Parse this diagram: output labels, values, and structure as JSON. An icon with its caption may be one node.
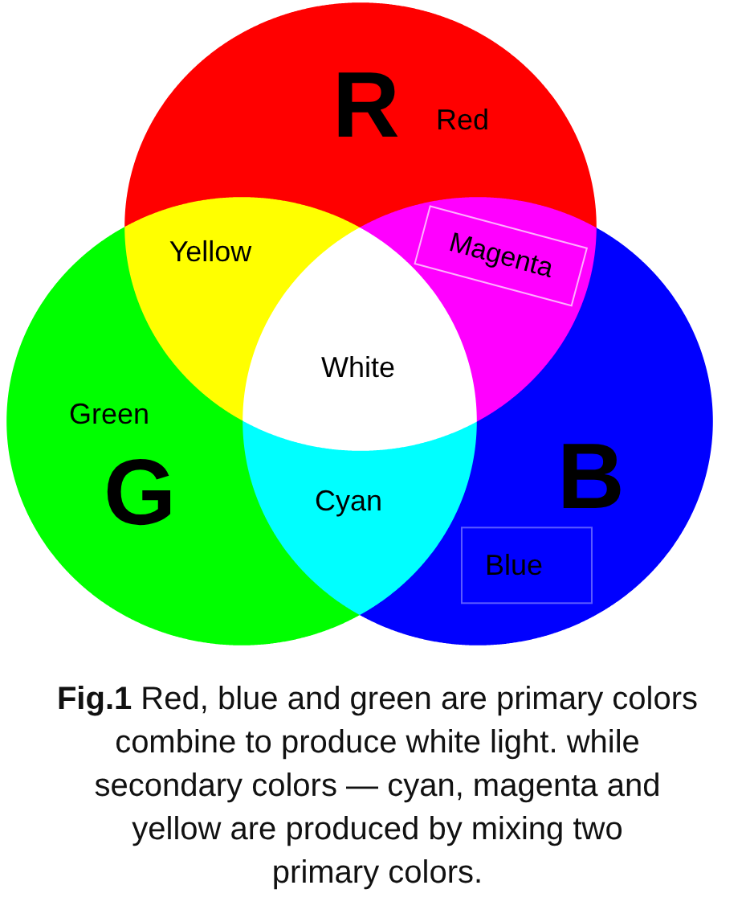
{
  "diagram": {
    "caption": "**Fig.1** Red, blue and green are primary colors combine to produce white light. while secondary colors — cyan, magenta and yellow are produced by mixing two primary colors.",
    "nodes": [
      {
        "text": [
          "R",
          "Red"
        ]
      },
      {
        "text": [
          "Green",
          "G"
        ]
      },
      {
        "text": [
          "B",
          "Blue"
        ]
      },
      {
        "text": [
          "Yellow"
        ]
      },
      {
        "text": [
          "Magenta"
        ]
      },
      {
        "text": [
          "White"
        ]
      },
      {
        "text": [
          "Cyan"
        ]
      }
    ]
  }
}
